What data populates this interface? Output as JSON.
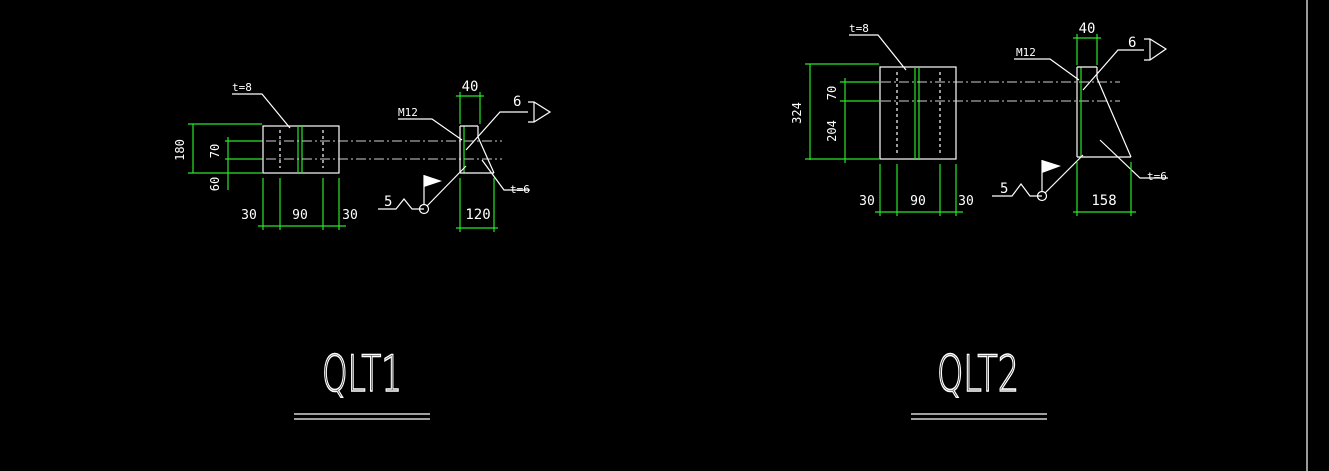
{
  "drawings": [
    {
      "title": "QLT1",
      "plate_label": "t=8",
      "bolt_label": "M12",
      "weld_size_top": "6",
      "stiffener_label": "t=6",
      "weld_size_bottom": "5",
      "dims": {
        "total_height": "180",
        "bolt_spacing": "70",
        "bottom_edge": "60",
        "left_edge": "30",
        "center": "90",
        "right_edge": "30",
        "top_width": "40",
        "bottom_width": "120"
      }
    },
    {
      "title": "QLT2",
      "plate_label": "t=8",
      "bolt_label": "M12",
      "weld_size_top": "6",
      "stiffener_label": "t=6",
      "weld_size_bottom": "5",
      "dims": {
        "total_height": "324",
        "bolt_spacing": "70",
        "bottom_edge": "204",
        "left_edge": "30",
        "center": "90",
        "right_edge": "30",
        "top_width": "40",
        "bottom_width": "158"
      }
    }
  ],
  "colors": {
    "background": "#000000",
    "lines": "#ffffff",
    "dimensions": "#29e629"
  }
}
